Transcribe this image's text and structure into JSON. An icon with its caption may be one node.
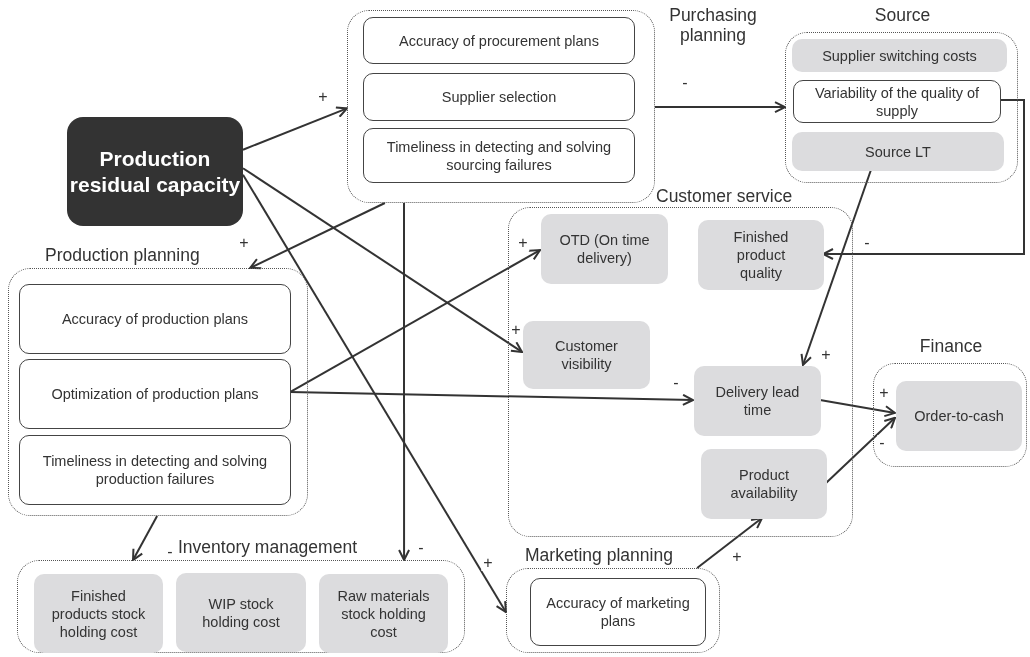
{
  "diagram": {
    "nodes": [
      {
        "text": [
          "Production residual capacity"
        ]
      },
      {
        "text": [
          "Purchasing planning"
        ]
      },
      {
        "text": [
          "Accuracy of procurement plans"
        ],
        "in": 1
      },
      {
        "text": [
          "Supplier selection"
        ],
        "in": 1
      },
      {
        "text": [
          "Timeliness in detecting and solving sourcing failures"
        ],
        "in": 1
      },
      {
        "text": [
          "Source"
        ]
      },
      {
        "text": [
          "Supplier switching costs"
        ],
        "in": 5
      },
      {
        "text": [
          "Variability of the quality of supply"
        ],
        "in": 5
      },
      {
        "text": [
          "Source LT"
        ],
        "in": 5
      },
      {
        "text": [
          "Customer service"
        ]
      },
      {
        "text": [
          "OTD (On time delivery)"
        ],
        "in": 9
      },
      {
        "text": [
          "Finished product quality"
        ],
        "in": 9
      },
      {
        "text": [
          "Customer visibility"
        ],
        "in": 9
      },
      {
        "text": [
          "Delivery lead time"
        ],
        "in": 9
      },
      {
        "text": [
          "Product availability"
        ],
        "in": 9
      },
      {
        "text": [
          "Finance"
        ]
      },
      {
        "text": [
          "Order-to-cash"
        ],
        "in": 15
      },
      {
        "text": [
          "Production planning"
        ]
      },
      {
        "text": [
          "Accuracy of production plans"
        ],
        "in": 17
      },
      {
        "text": [
          "Optimization of production plans"
        ],
        "in": 17
      },
      {
        "text": [
          "Timeliness in detecting and solving production failures"
        ],
        "in": 17
      },
      {
        "text": [
          "Inventory management"
        ]
      },
      {
        "text": [
          "Finished products stock holding cost"
        ],
        "in": 21
      },
      {
        "text": [
          "WIP stock holding cost"
        ],
        "in": 21
      },
      {
        "text": [
          "Raw materials stock holding cost"
        ],
        "in": 21
      },
      {
        "text": [
          "Marketing planning"
        ]
      },
      {
        "text": [
          "Accuracy of marketing plans"
        ],
        "in": 25
      }
    ],
    "edges": [
      {
        "from": 0,
        "to": 1,
        "arrow": "to",
        "label": "+"
      },
      {
        "from": 0,
        "to": 12,
        "arrow": "to",
        "label": "+"
      },
      {
        "from": 0,
        "to": 25,
        "arrow": "to",
        "label": "+"
      },
      {
        "from": 1,
        "to": 17,
        "arrow": "to",
        "label": "+"
      },
      {
        "from": 1,
        "to": 21,
        "arrow": "to",
        "label": "-"
      },
      {
        "from": 1,
        "to": 5,
        "arrow": "to",
        "label": "-"
      },
      {
        "from": 7,
        "to": 11,
        "arrow": "to",
        "label": "-"
      },
      {
        "from": 8,
        "to": 13,
        "arrow": "to",
        "label": "+"
      },
      {
        "from": 19,
        "to": 10,
        "arrow": "to",
        "label": "+"
      },
      {
        "from": 19,
        "to": 13,
        "arrow": "to",
        "label": "-"
      },
      {
        "from": 17,
        "to": 21,
        "arrow": "to",
        "label": "-"
      },
      {
        "from": 13,
        "to": 16,
        "arrow": "to",
        "label": "+"
      },
      {
        "from": 14,
        "to": 16,
        "arrow": "to",
        "label": "-"
      },
      {
        "from": 25,
        "to": 14,
        "arrow": "to",
        "label": "+"
      }
    ]
  }
}
